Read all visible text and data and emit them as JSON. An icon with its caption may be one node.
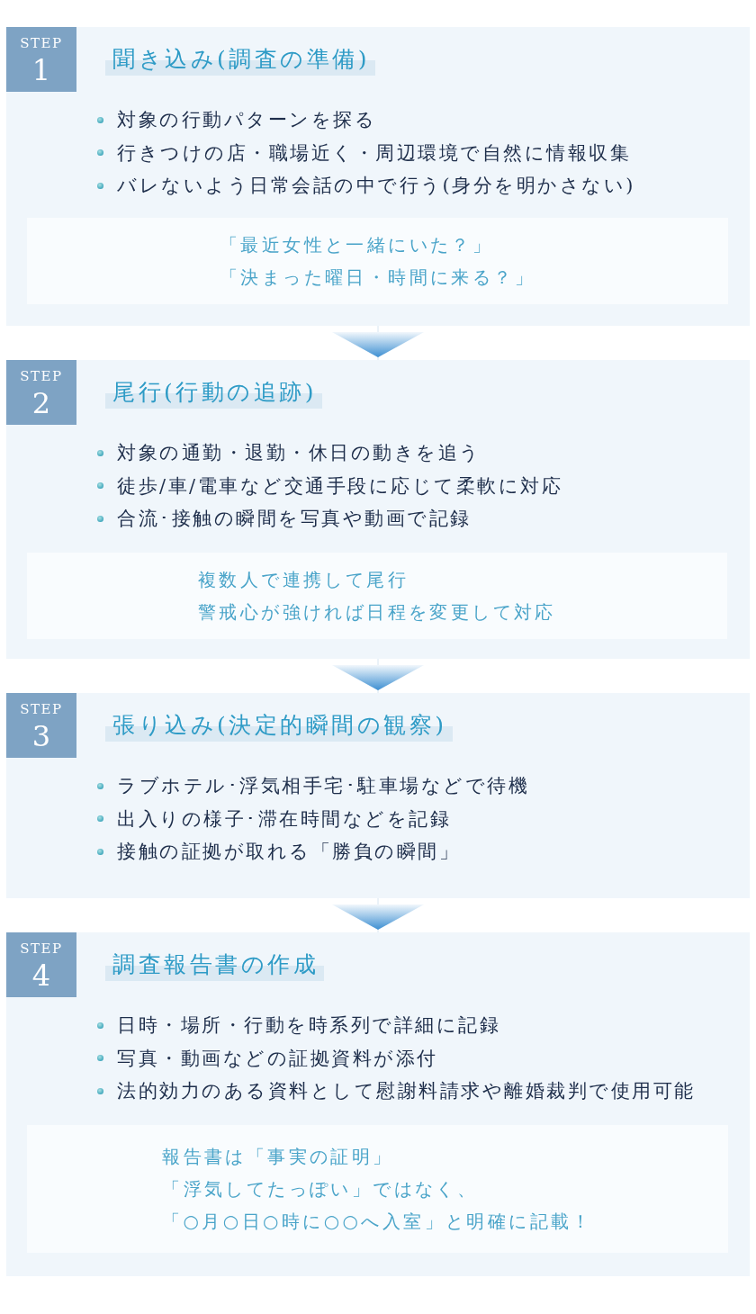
{
  "diagram": {
    "nodes": [
      {
        "text": [
          "聞き込み(調査の準備)",
          "対象の行動パターンを探る",
          "行きつけの店・職場近く・周辺環境で自然に情報収集",
          "バレないよう日常会話の中で行う(身分を明かさない)"
        ]
      },
      {
        "text": [
          "STEP",
          "1"
        ],
        "in": 0
      },
      {
        "text": [
          "「最近女性と一緒にいた？」",
          "「決まった曜日・時間に来る？」"
        ],
        "in": 0
      },
      {
        "text": [
          "尾行(行動の追跡)",
          "対象の通勤・退勤・休日の動きを追う",
          "徒歩/車/電車など交通手段に応じて柔軟に対応",
          "合流･接触の瞬間を写真や動画で記録"
        ]
      },
      {
        "text": [
          "STEP",
          "2"
        ],
        "in": 3
      },
      {
        "text": [
          "複数人で連携して尾行",
          "警戒心が強ければ日程を変更して対応"
        ],
        "in": 3
      },
      {
        "text": [
          "張り込み(決定的瞬間の観察)",
          "ラブホテル･浮気相手宅･駐車場などで待機",
          "出入りの様子･滞在時間などを記録",
          "接触の証拠が取れる「勝負の瞬間」"
        ]
      },
      {
        "text": [
          "STEP",
          "3"
        ],
        "in": 6
      },
      {
        "text": [
          "調査報告書の作成",
          "日時・場所・行動を時系列で詳細に記録",
          "写真・動画などの証拠資料が添付",
          "法的効力のある資料として慰謝料請求や離婚裁判で使用可能"
        ]
      },
      {
        "text": [
          "STEP",
          "4"
        ],
        "in": 8
      },
      {
        "text": [
          "報告書は「事実の証明」",
          "「浮気してたっぽい」ではなく、",
          "「○月○日○時に○○へ入室」と明確に記載！"
        ],
        "in": 8
      }
    ],
    "edges": [
      {
        "from": 0,
        "to": 3,
        "arrow": "to"
      },
      {
        "from": 3,
        "to": 6,
        "arrow": "to"
      },
      {
        "from": 6,
        "to": 8,
        "arrow": "to"
      }
    ]
  }
}
